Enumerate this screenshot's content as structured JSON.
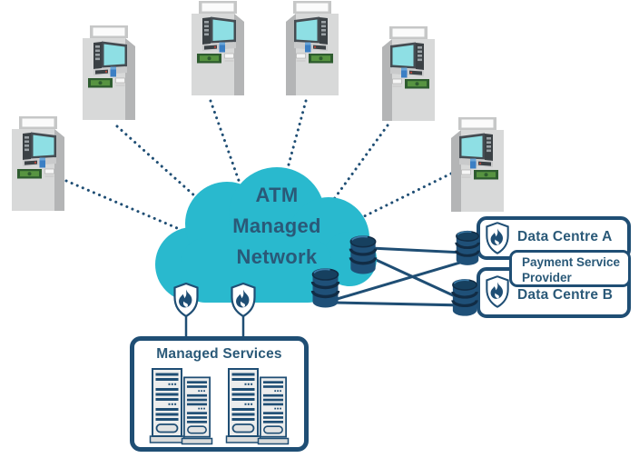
{
  "diagram": {
    "cloud": {
      "line1": "ATM",
      "line2": "Managed",
      "line3": "Network"
    },
    "managed_services": {
      "title": "Managed Services"
    },
    "data_centre_a": {
      "label": "Data Centre A"
    },
    "data_centre_b": {
      "label": "Data Centre B"
    },
    "payment_service_provider": {
      "line1": "Payment Service",
      "line2": "Provider"
    },
    "counts": {
      "atms": 6,
      "databases": 4,
      "shields": 4,
      "server_racks": 4
    },
    "icons": {
      "atm": "atm-icon",
      "cloud": "cloud-shape",
      "database": "database-icon",
      "shield": "shield-flame-icon",
      "server_rack": "server-rack-icon"
    },
    "colors": {
      "background": "#ffffff",
      "cloud": "#29b9ce",
      "navy": "#1f4e74",
      "text": "#2a5978",
      "atm_screen": "#8edfe4",
      "cash_green": "#579441",
      "card_blue": "#3b7fc4"
    }
  }
}
